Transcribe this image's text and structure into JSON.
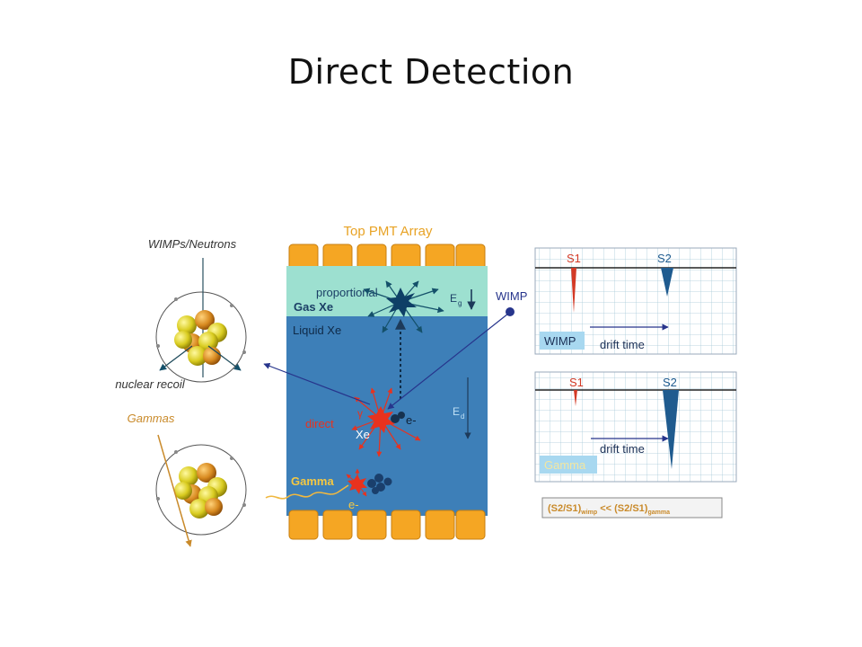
{
  "slide": {
    "title": "Direct Detection"
  },
  "detector": {
    "top_pmt_label": "Top PMT Array",
    "gas_label": "Gas Xe",
    "proportional_label": "proportional",
    "liquid_label": "Liquid Xe",
    "field_gas": "E",
    "field_gas_sub": "g",
    "field_drift": "E",
    "field_drift_sub": "d",
    "direct_label": "direct",
    "gamma_char": "γ",
    "xe_label": "Xe",
    "electron_label": "e-",
    "gamma_label": "Gamma",
    "electron_bottom_label": "e-",
    "wimp_label": "WIMP",
    "colors": {
      "pmt": "#f5a623",
      "gas": "#9de0d0",
      "liquid": "#3d7fb8",
      "spark": "#e8321e"
    }
  },
  "atoms": {
    "wimps_neutrons_label": "WIMPs/Neutrons",
    "nuclear_recoil_label": "nuclear recoil",
    "gammas_label": "Gammas",
    "colors": {
      "gamma_track": "#c98a2a",
      "nucleon_yellow": "#d9cc20",
      "nucleon_orange": "#d88a20"
    }
  },
  "signals": {
    "panel1": {
      "s1_label": "S1",
      "s2_label": "S2",
      "badge": "WIMP",
      "drift_label": "drift time"
    },
    "panel2": {
      "s1_label": "S1",
      "s2_label": "S2",
      "badge": "Gamma",
      "drift_label": "drift time"
    },
    "ratio": {
      "part1": "(S2/S1)",
      "sub1": "wimp",
      "mid": " << (S2/S1)",
      "sub2": "gamma"
    },
    "colors": {
      "s1": "#d33a26",
      "s2": "#1f5b8f",
      "grid": "#a9c9d8",
      "badge_wimp": "#a8d8f0"
    }
  }
}
